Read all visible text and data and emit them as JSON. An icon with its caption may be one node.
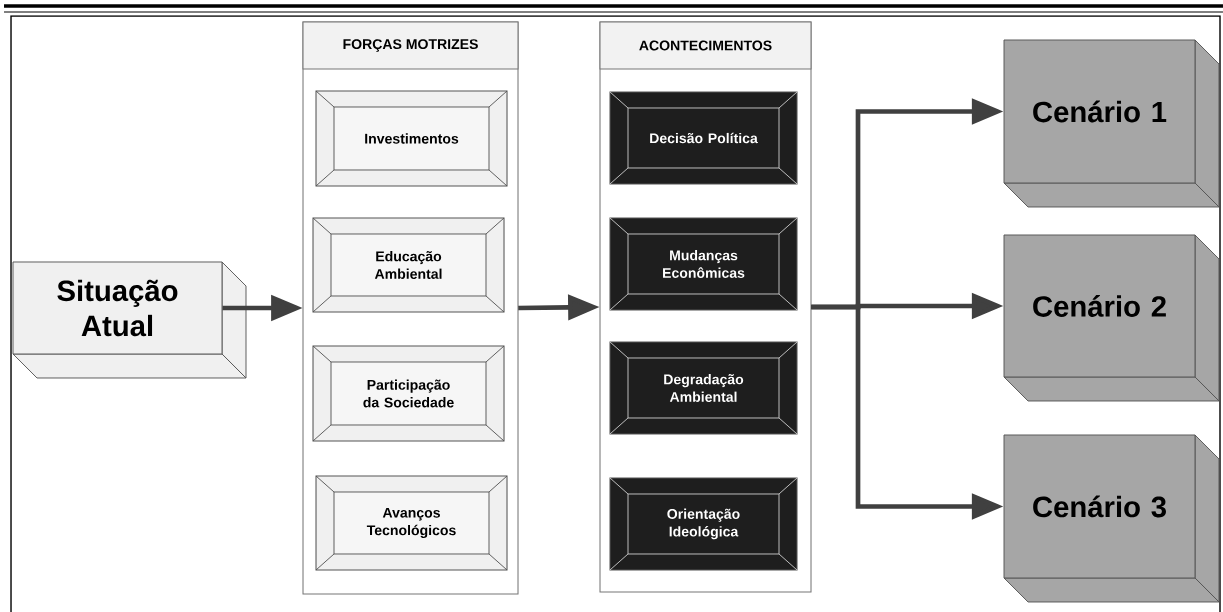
{
  "diagram": {
    "nodes": [
      {
        "text": [
          "Situação Atual"
        ]
      },
      {
        "text": [
          "FORÇAS MOTRIZES"
        ]
      },
      {
        "text": [
          "Investimentos"
        ],
        "in": 1
      },
      {
        "text": [
          "Educação Ambiental"
        ],
        "in": 1
      },
      {
        "text": [
          "Participação da Sociedade"
        ],
        "in": 1
      },
      {
        "text": [
          "Avanços Tecnológicos"
        ],
        "in": 1
      },
      {
        "text": [
          "ACONTECIMENTOS"
        ]
      },
      {
        "text": [
          "Decisão Política"
        ],
        "in": 6
      },
      {
        "text": [
          "Mudanças Econômicas"
        ],
        "in": 6
      },
      {
        "text": [
          "Degradação Ambiental"
        ],
        "in": 6
      },
      {
        "text": [
          "Orientação Ideológica"
        ],
        "in": 6
      },
      {
        "text": [
          "Cenário 1"
        ]
      },
      {
        "text": [
          "Cenário 2"
        ]
      },
      {
        "text": [
          "Cenário 3"
        ]
      }
    ],
    "edges": [
      {
        "from": 0,
        "to": 1,
        "arrow": "to"
      },
      {
        "from": 1,
        "to": 6,
        "arrow": "to"
      },
      {
        "from": 6,
        "to": 11,
        "arrow": "to"
      },
      {
        "from": 6,
        "to": 12,
        "arrow": "to"
      },
      {
        "from": 6,
        "to": 13,
        "arrow": "to"
      }
    ]
  }
}
